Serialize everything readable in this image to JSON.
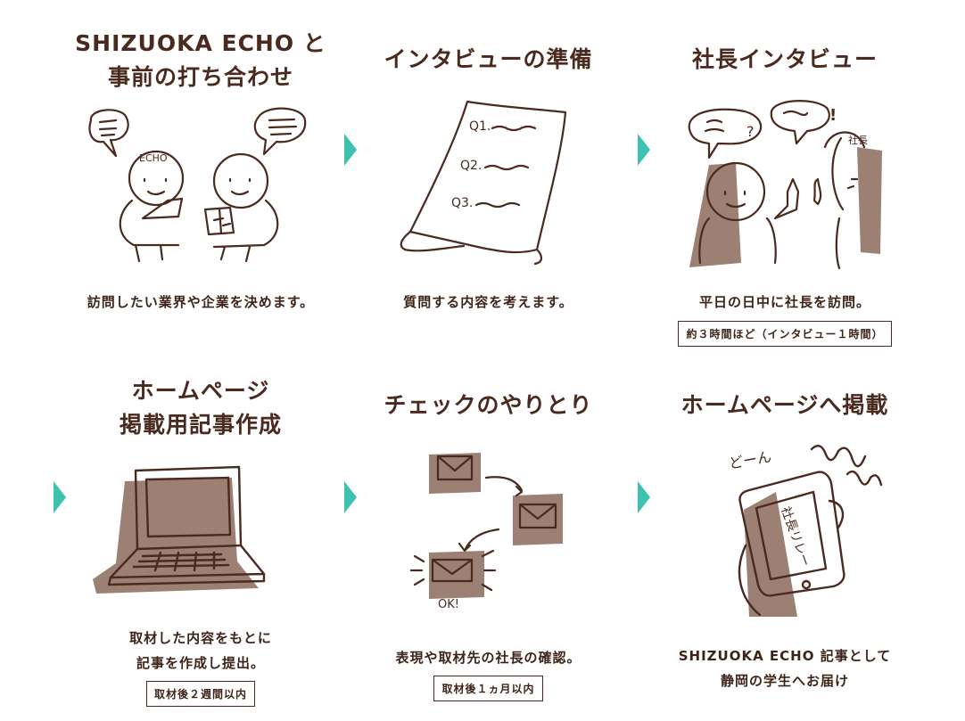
{
  "colors": {
    "accent": "#3dc1b0",
    "ink": "#4a2a1e",
    "shadow": "#9c8074"
  },
  "steps": [
    {
      "title_lines": [
        "SHIZUOKA ECHO と",
        "事前の打ち合わせ"
      ],
      "desc_lines": [
        "訪問したい業界や企業を決めます。"
      ],
      "illustration_label": "ECHO"
    },
    {
      "title_lines": [
        "インタビューの準備"
      ],
      "desc_lines": [
        "質問する内容を考えます。"
      ],
      "illustration_labels": [
        "Q1.",
        "Q2.",
        "Q3."
      ]
    },
    {
      "title_lines": [
        "社長インタビュー"
      ],
      "desc_lines": [
        "平日の日中に社長を訪問。"
      ],
      "note": "約３時間ほど（インタビュー１時間）",
      "illustration_labels": [
        "?",
        "!",
        "社長"
      ]
    },
    {
      "title_lines": [
        "ホームページ",
        "掲載用記事作成"
      ],
      "desc_lines": [
        "取材した内容をもとに",
        "記事を作成し提出。"
      ],
      "note": "取材後２週間以内"
    },
    {
      "title_lines": [
        "チェックのやりとり"
      ],
      "desc_lines": [
        "表現や取材先の社長の確認。"
      ],
      "note": "取材後１ヵ月以内",
      "illustration_label": "OK!"
    },
    {
      "title_lines": [
        "ホームページへ掲載"
      ],
      "desc_lines": [
        "SHIZUOKA ECHO 記事として",
        "静岡の学生へお届け"
      ],
      "illustration_labels": [
        "どーん",
        "社長リレー"
      ]
    }
  ]
}
